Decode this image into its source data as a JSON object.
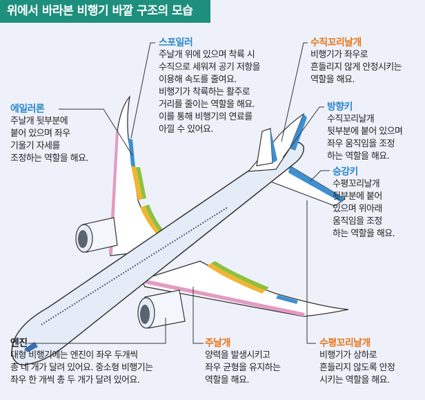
{
  "title": "위에서 바라본 비행기 바깥 구조의 모습",
  "colors": {
    "title_bg": "#1e8f7c",
    "blue_label": "#2a86cc",
    "orange_label": "#e8741b",
    "background": "#eef1f9"
  },
  "parts": {
    "spoiler": {
      "name": "스포일러",
      "lines": [
        "주날개 위에 있으며 착륙 시",
        "수직으로 세워져 공기 저항을",
        "이용해 속도를 줄여요.",
        "비행기가 착륙하는 활주로",
        "거리를 줄이는 역할을 해요.",
        "이를 통해 비행기의 연료를",
        "아낄 수 있어요."
      ]
    },
    "vertical_tail": {
      "name": "수직꼬리날개",
      "lines": [
        "비행기가 좌우로",
        "흔들리지 않게 안정시키는",
        "역할을 해요."
      ]
    },
    "aileron": {
      "name": "에일러론",
      "lines": [
        "주날개 뒷부분에",
        "붙어 있으며 좌우",
        "기울기 자세를",
        "조정하는 역할을 해요."
      ]
    },
    "rudder": {
      "name": "방향키",
      "lines": [
        "수직꼬리날개",
        "뒷부분에 붙어 있으며",
        "좌우 움직임을 조정",
        "하는 역할을 해요."
      ]
    },
    "elevator": {
      "name": "승강키",
      "lines": [
        "수평꼬리날개",
        "뒷부분에 붙어",
        "있으며 위아래",
        "움직임을 조정",
        "하는 역할을 해요."
      ]
    },
    "engine": {
      "name": "엔진",
      "lines": [
        "대형 비행기에는 엔진이 좌우 두개씩",
        "총 네 개가 달려 있어요. 중소형 비행기는",
        "좌우 한 개씩 총 두 개가 달려 있어요."
      ]
    },
    "main_wing": {
      "name": "주날개",
      "lines": [
        "양력을 발생시키고",
        "좌우 균형을 유지하는",
        "역할을 해요."
      ]
    },
    "horizontal_tail": {
      "name": "수평꼬리날개",
      "lines": [
        "비행기가 상하로",
        "흔들리지 않도록 안정",
        "시키는 역할을 해요."
      ]
    }
  }
}
